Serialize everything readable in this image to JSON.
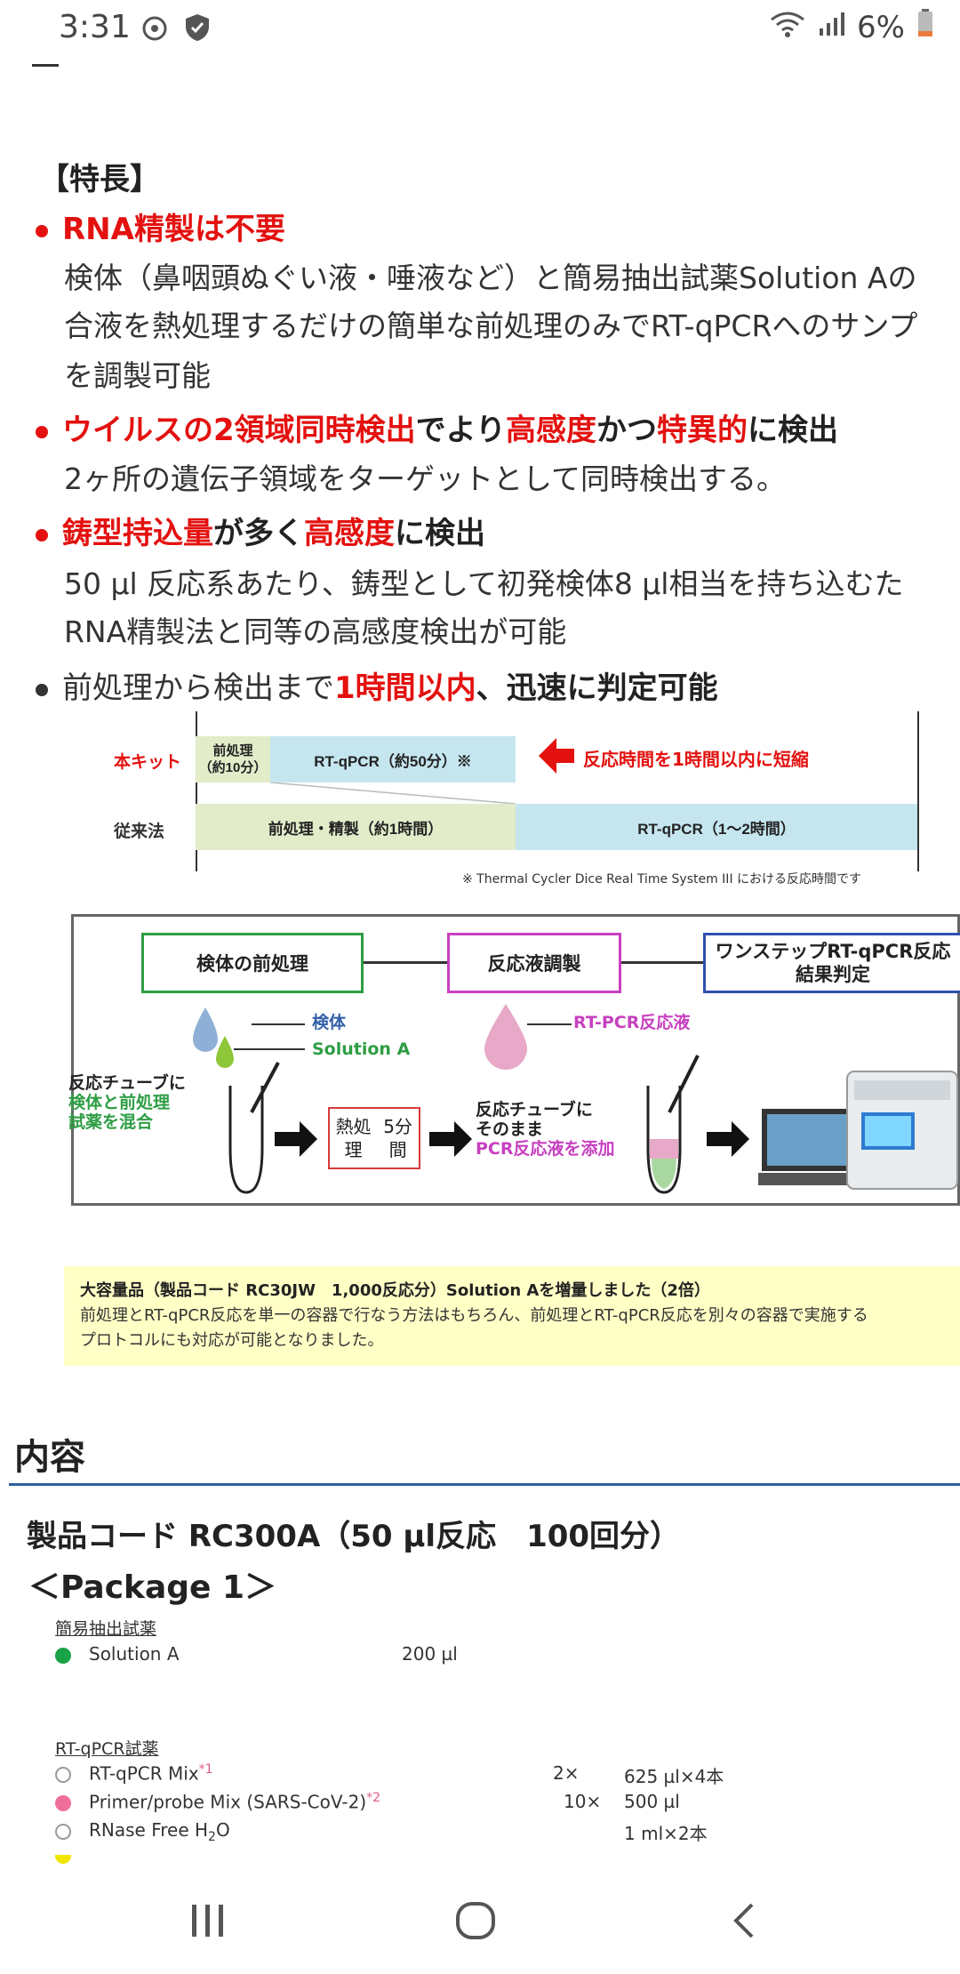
{
  "status_bar": {
    "time": "3:31",
    "battery": "6%"
  },
  "features": {
    "heading": "【特長】",
    "items": [
      {
        "title_parts": [
          {
            "t": "RNA精製は不要",
            "c": "red"
          }
        ],
        "desc": [
          "検体（鼻咽頭ぬぐい液・唾液など）と簡易抽出試薬Solution Aの",
          "合液を熱処理するだけの簡単な前処理のみでRT-qPCRへのサンプ",
          "を調製可能"
        ]
      },
      {
        "title_parts": [
          {
            "t": "ウイルスの2領域同時検出",
            "c": "red"
          },
          {
            "t": "でより",
            "c": "black"
          },
          {
            "t": "高感度",
            "c": "red"
          },
          {
            "t": "かつ",
            "c": "black"
          },
          {
            "t": "特異的",
            "c": "red"
          },
          {
            "t": "に検出",
            "c": "black"
          }
        ],
        "desc": [
          "2ヶ所の遺伝子領域をターゲットとして同時検出する。"
        ]
      },
      {
        "title_parts": [
          {
            "t": "鋳型持込量",
            "c": "red"
          },
          {
            "t": "が多く",
            "c": "black"
          },
          {
            "t": "高感度",
            "c": "red"
          },
          {
            "t": "に検出",
            "c": "black"
          }
        ],
        "desc": [
          "50 µl 反応系あたり、鋳型として初発検体8 µl相当を持ち込むた",
          "RNA精製法と同等の高感度検出が可能"
        ]
      },
      {
        "title_parts": [
          {
            "t": "前処理から検出まで",
            "c": "plain"
          },
          {
            "t": "1時間以内",
            "c": "red"
          },
          {
            "t": "、迅速に判定可能",
            "c": "black"
          }
        ],
        "desc": []
      }
    ]
  },
  "timeline": {
    "kit_label": "本キット",
    "kit_pre": "前処理\n（約10分）",
    "kit_rt": "RT-qPCR（約50分）※",
    "arrow_text": "反応時間を1時間以内に短縮",
    "conv_label": "従来法",
    "conv_pre": "前処理・精製（約1時間）",
    "conv_rt": "RT-qPCR（1〜2時間）",
    "footnote": "※ Thermal Cycler Dice Real Time System III における反応時間です"
  },
  "workflow": {
    "step1": "検体の前処理",
    "step2": "反応液調製",
    "step3": "ワンステップRT-qPCR反応\n結果判定",
    "sample": "検体",
    "solution": "Solution A",
    "rtpcr": "RT-PCR反応液",
    "tube1_a": "反応チューブに",
    "tube1_b": "検体と前処理",
    "tube1_c": "試薬を混合",
    "heat_a": "熱処理",
    "heat_b": "5分間",
    "tube2_a": "反応チューブに",
    "tube2_b": "そのまま",
    "tube2_c": "PCR反応液を添加"
  },
  "note": {
    "title": "大容量品（製品コード RC30JW　1,000反応分）Solution Aを増量しました（2倍）",
    "line1": "前処理とRT-qPCR反応を単一の容器で行なう方法はもちろん、前処理とRT-qPCR反応を別々の容器で実施する",
    "line2": "プロトコルにも対応が可能となりました。"
  },
  "contents": {
    "heading": "内容",
    "product": "製品コード RC300A（50 µl反応　100回分）",
    "package": "＜Package 1＞",
    "group1": "簡易抽出試薬",
    "g1_items": [
      {
        "name": "Solution A",
        "conc": "",
        "vol": "200 µl",
        "color": "#1aa346",
        "filled": true
      }
    ],
    "group2": "RT-qPCR試薬",
    "g2_items": [
      {
        "name": "RT-qPCR Mix",
        "sup": "*1",
        "conc": "2×",
        "vol": "625 µl×4本",
        "color": "#999999",
        "filled": false
      },
      {
        "name": "Primer/probe Mix (SARS-CoV-2)",
        "sup": "*2",
        "conc": "10×",
        "vol": "500 µl",
        "color": "#ef6f9a",
        "filled": true
      },
      {
        "name": "RNase Free H",
        "sub": "2",
        "tail": "O",
        "conc": "",
        "vol": "1 ml×2本",
        "color": "#999999",
        "filled": false
      }
    ]
  }
}
